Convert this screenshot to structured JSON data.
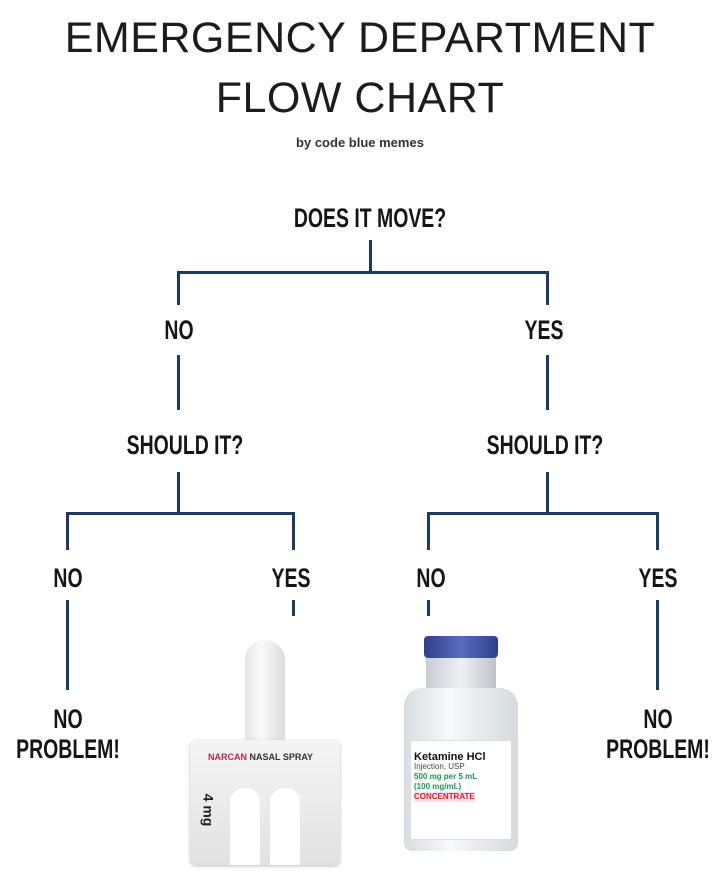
{
  "title_line1": "EMERGENCY DEPARTMENT",
  "title_line2": "FLOW CHART",
  "subtitle": "by code blue memes",
  "root": "DOES IT MOVE?",
  "branch_no": "NO",
  "branch_yes": "YES",
  "left_question": "SHOULD IT?",
  "right_question": "SHOULD IT?",
  "leaves": {
    "ll": "NO",
    "lr": "YES",
    "rl": "NO",
    "rr": "YES"
  },
  "outcomes": {
    "left": [
      "NO",
      "PROBLEM!"
    ],
    "right": [
      "NO",
      "PROBLEM!"
    ]
  },
  "narcan": {
    "brand": "NARCAN",
    "name": "NASAL SPRAY",
    "dose": "4 mg"
  },
  "ketamine": {
    "name": "Ketamine HCl",
    "sub": "Injection, USP",
    "dose": "500 mg per 5 mL",
    "conc": "(100 mg/mL)",
    "tag": "CONCENTRATE"
  },
  "colors": {
    "line": "#1f3a5f",
    "vial_cap": "#3b4fa0",
    "narcan_red": "#c0264a",
    "ket_green": "#1a9a50",
    "ket_red": "#d02a2a"
  }
}
